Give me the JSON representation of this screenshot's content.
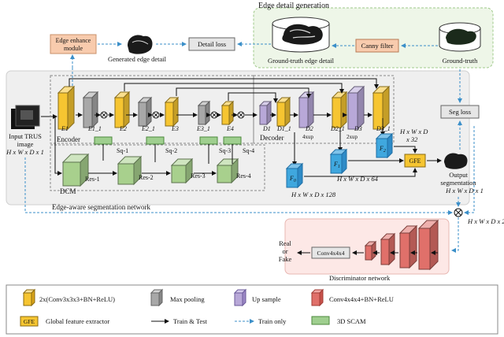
{
  "edge_detail_generation": {
    "title": "Edge detail generation",
    "canny_filter": "Canny filter",
    "gt_edge_label": "Ground-truth edge detail",
    "gt_label": "Ground-truth"
  },
  "edge_enhance": {
    "label_line1": "Edge enhance",
    "label_line2": "module",
    "generated_label": "Generated edge detail",
    "detail_loss": "Detail loss"
  },
  "input": {
    "line1": "Input TRUS",
    "line2": "image",
    "dims": "H x W x D x 1"
  },
  "encoder": {
    "label": "Encoder",
    "blocks": [
      "E1",
      "E1_1",
      "E2",
      "E2_1",
      "E3",
      "E3_1",
      "E4"
    ]
  },
  "decoder": {
    "label": "Decoder",
    "blocks": [
      "D1",
      "D1_1",
      "D2",
      "D2_1",
      "D3",
      "D3_1"
    ],
    "upsample_4x": "4xup",
    "upsample_2x": "2xup"
  },
  "scam": [
    "Sq-1",
    "Sq-2",
    "Sq-3",
    "Sq-4"
  ],
  "dcm": {
    "label": "DCM",
    "blocks": [
      "Res-1",
      "Res-2",
      "Res-3",
      "Res-4"
    ]
  },
  "features": {
    "f1": "F",
    "f1_sub": "1",
    "f1_dims": "H x W x D x 64",
    "f2": "F",
    "f2_sub": "2",
    "f2_dims": "H x W x D",
    "f2_dims2": "x 32",
    "f0": "F",
    "f0_sub": "0",
    "f0_dims": "H x W x D x 128"
  },
  "gfe": "GFE",
  "seg_loss": "Seg loss",
  "output": {
    "line1": "Output",
    "line2": "segmentation",
    "dims": "H x W x D x 1"
  },
  "network_label": "Edge-aware segmentation network",
  "concat_dims": "H x W x D x 2",
  "discriminator": {
    "conv_label": "Conv4x4x4",
    "real": "Real",
    "or": "or",
    "fake": "Fake",
    "label": "Discriminator network"
  },
  "legend": {
    "conv_block": "2x(Conv3x3x3+BN+ReLU)",
    "max_pooling": "Max pooling",
    "upsample": "Up sample",
    "conv4": "Conv4x4x4+BN+ReLU",
    "gfe_box": "GFE",
    "gfe": "Global feature extractor",
    "train_test": "Train & Test",
    "train_only": "Train only",
    "scam": "3D SCAM"
  },
  "colors": {
    "encoder_block": "#f6c531",
    "pool_block": "#a8a8a8",
    "upsample_block": "#b8a8d8",
    "decoder_f": "#3fa7de",
    "dcm_block": "#a8d08d",
    "scam": "#9fcf8f",
    "disc_block": "#e0706a",
    "edge_enhance": "#f8cbad",
    "detail_loss": "#e6e6e6",
    "gfe_box": "#f6c531",
    "arrow_dash": "#3b8fc9",
    "edge_panel": "#eef6e8",
    "disc_panel": "#fde8e6",
    "seg_panel": "#efefef"
  }
}
